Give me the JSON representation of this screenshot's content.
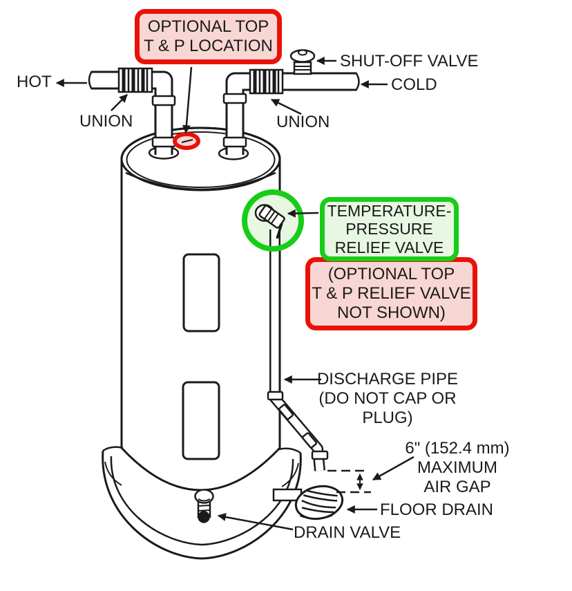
{
  "diagram": {
    "title": "Electric water heater temperature-pressure relief valve piping diagram",
    "colors": {
      "highlight_red": "#e91208",
      "highlight_red_fill": "#f8d6d4",
      "highlight_green": "#17cd17",
      "highlight_green_fill": "#e8f7e2",
      "ink": "#1a1a1a"
    },
    "callouts": {
      "optional_top_tp": "OPTIONAL TOP\nT & P LOCATION",
      "shut_off_valve": "SHUT-OFF VALVE",
      "hot": "HOT",
      "union_left": "UNION",
      "union_right": "UNION",
      "cold": "COLD",
      "temperature_pressure_relief_valve": "TEMPERATURE-\nPRESSURE\nRELIEF VALVE",
      "optional_top_not_shown": "(OPTIONAL TOP\nT & P RELIEF VALVE\nNOT SHOWN)",
      "discharge_pipe": "DISCHARGE PIPE\n(DO NOT CAP OR PLUG)",
      "air_gap": "6\" (152.4 mm) MAXIMUM\nAIR GAP",
      "floor_drain": "FLOOR DRAIN",
      "drain_valve": "DRAIN VALVE"
    }
  }
}
